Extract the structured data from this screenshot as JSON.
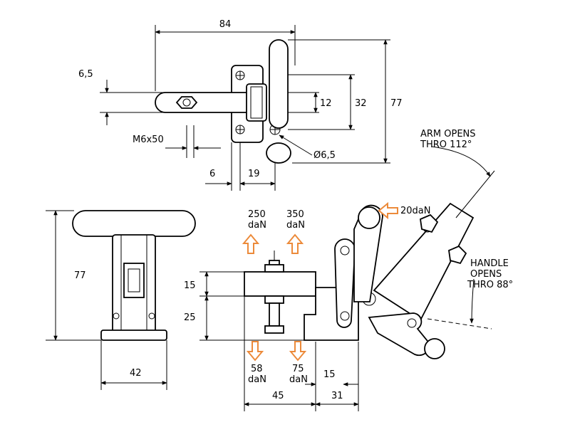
{
  "dimensions": {
    "top_width": "84",
    "top_thickness": "6,5",
    "slot_height": "12",
    "base_height": "32",
    "total_height": "77",
    "screw": "M6x50",
    "hole": "Ø6,5",
    "offset_6": "6",
    "offset_19": "19",
    "front_height": "77",
    "front_width": "42",
    "bar_upper": "15",
    "bar_lower": "25",
    "base_left": "45",
    "base_right": "31",
    "base_step": "15"
  },
  "forces": {
    "up_left_value": "250",
    "up_left_unit": "daN",
    "up_right_value": "350",
    "up_right_unit": "daN",
    "down_left_value": "58",
    "down_left_unit": "daN",
    "down_right_value": "75",
    "down_right_unit": "daN",
    "handle_force": "20daN"
  },
  "notes": {
    "arm_opens_1": "ARM OPENS",
    "arm_opens_2": "THRO 112°",
    "handle_opens_1": "HANDLE",
    "handle_opens_2": "OPENS",
    "handle_opens_3": "THRO 88°"
  },
  "colors": {
    "arrow": "#ec8a3a",
    "line": "#000000"
  }
}
